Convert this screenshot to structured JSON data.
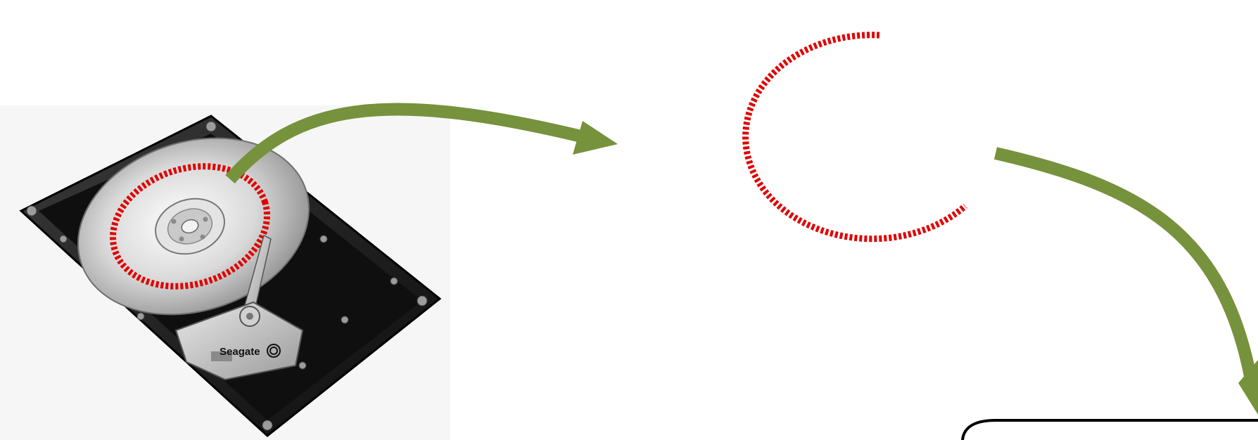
{
  "diagram": {
    "hard_drive": {
      "brand_label": "Seagate",
      "track_highlight": "dotted-red-track"
    },
    "extracted_track": {
      "style": "dotted-red-arc"
    },
    "output_box": {
      "content": ""
    },
    "arrows": [
      {
        "from": "hard_drive",
        "to": "extracted_track"
      },
      {
        "from": "extracted_track",
        "to": "output_box"
      }
    ]
  },
  "colors": {
    "arrow": "#76923c",
    "track": "#e00000",
    "drive_body": "#1a1a1a",
    "platter": "#d8d8d8",
    "metal": "#b8b8b8",
    "background": "#ffffff",
    "box_border": "#000000"
  }
}
